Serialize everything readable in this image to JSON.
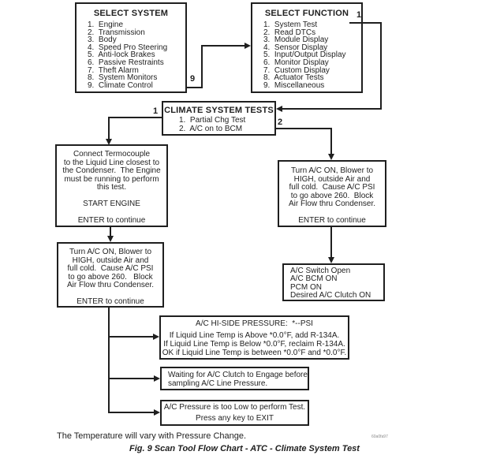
{
  "colors": {
    "ink": "#1f1f1f",
    "background": "#ffffff"
  },
  "select_system": {
    "title": "SELECT SYSTEM",
    "items": [
      "1.  Engine",
      "2.  Transmission",
      "3.  Body",
      "4.  Speed Pro Steering",
      "5.  Anti-lock Brakes",
      "6.  Passive Restraints",
      "7.  Theft Alarm",
      "8.  System Monitors",
      "9.  Climate Control"
    ]
  },
  "select_function": {
    "title": "SELECT FUNCTION",
    "items": [
      "1.  System Test",
      "2.  Read DTCs",
      "3.  Module Display",
      "4.  Sensor Display",
      "5.  Input/Output Display",
      "6.  Monitor Display",
      "7.  Custom Display",
      "8.  Actuator Tests",
      "9.  Miscellaneous"
    ]
  },
  "climate_tests": {
    "title": "CLIMATE SYSTEM TESTS",
    "items": [
      "1.  Partial Chg Test",
      "2.  A/C on to BCM"
    ]
  },
  "connect_box": {
    "text": "Connect Termocouple\nto the Liquid Line closest to\nthe Condenser.  The Engine\nmust be running to perform\nthis test.\n\nSTART ENGINE\n\nENTER to continue"
  },
  "turn_ac_right": {
    "text": "Turn A/C ON, Blower to\nHIGH, outside Air and\nfull cold.  Cause A/C PSI\nto go above 260.  Block\nAir Flow thru Condenser.\n\nENTER to continue"
  },
  "turn_ac_left": {
    "text": "Turn A/C ON, Blower to\nHIGH, outside Air and\nfull cold.  Cause A/C PSI\nto go above 260.   Block\nAir Flow thru Condenser.\n\nENTER to continue"
  },
  "ac_status": {
    "text": "A/C Switch Open\nA/C BCM ON\nPCM ON\nDesired A/C Clutch ON"
  },
  "hi_side": {
    "title": "A/C HI-SIDE PRESSURE:  *--PSI",
    "text": "If Liquid Line Temp is Above *0.0°F, add R-134A.\nIf Liquid Line Temp is Below *0.0°F, reclaim R-134A.\nOK if Liquid Line Temp is between *0.0°F and *0.0°F."
  },
  "waiting": {
    "text": "Waiting for A/C Clutch to Engage before\nsampling A/C Line Pressure."
  },
  "pressure_low": {
    "line1": "A/C Pressure is too Low to perform Test.",
    "line2": "Press any key to EXIT"
  },
  "connector_labels": {
    "system_to_function": "9",
    "function_to_tests": "1",
    "tests_to_connect": "1",
    "tests_to_turn_ac": "2"
  },
  "footer": {
    "note": "The Temperature will vary with Pressure Change.",
    "caption": "Fig. 9 Scan Tool Flow Chart - ATC - Climate System Test",
    "watermark": "60a0fa97"
  }
}
